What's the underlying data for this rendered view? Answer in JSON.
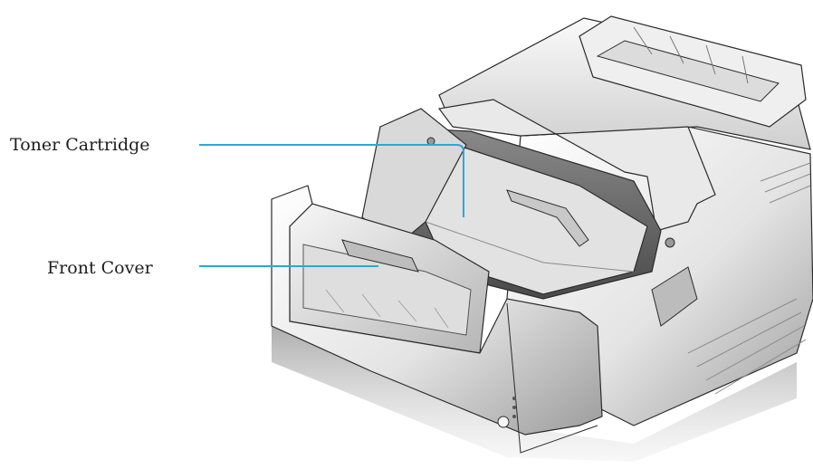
{
  "callouts": [
    {
      "id": "toner-cartridge",
      "label": "Toner Cartridge"
    },
    {
      "id": "front-cover",
      "label": "Front Cover"
    }
  ],
  "colors": {
    "leader_line": "#29a9d8",
    "outline": "#2b2b2b",
    "body_light": "#f2f2f2",
    "body_mid": "#d6d6d6",
    "body_dark": "#9a9a9a",
    "shadow": "#5a5a5a"
  }
}
